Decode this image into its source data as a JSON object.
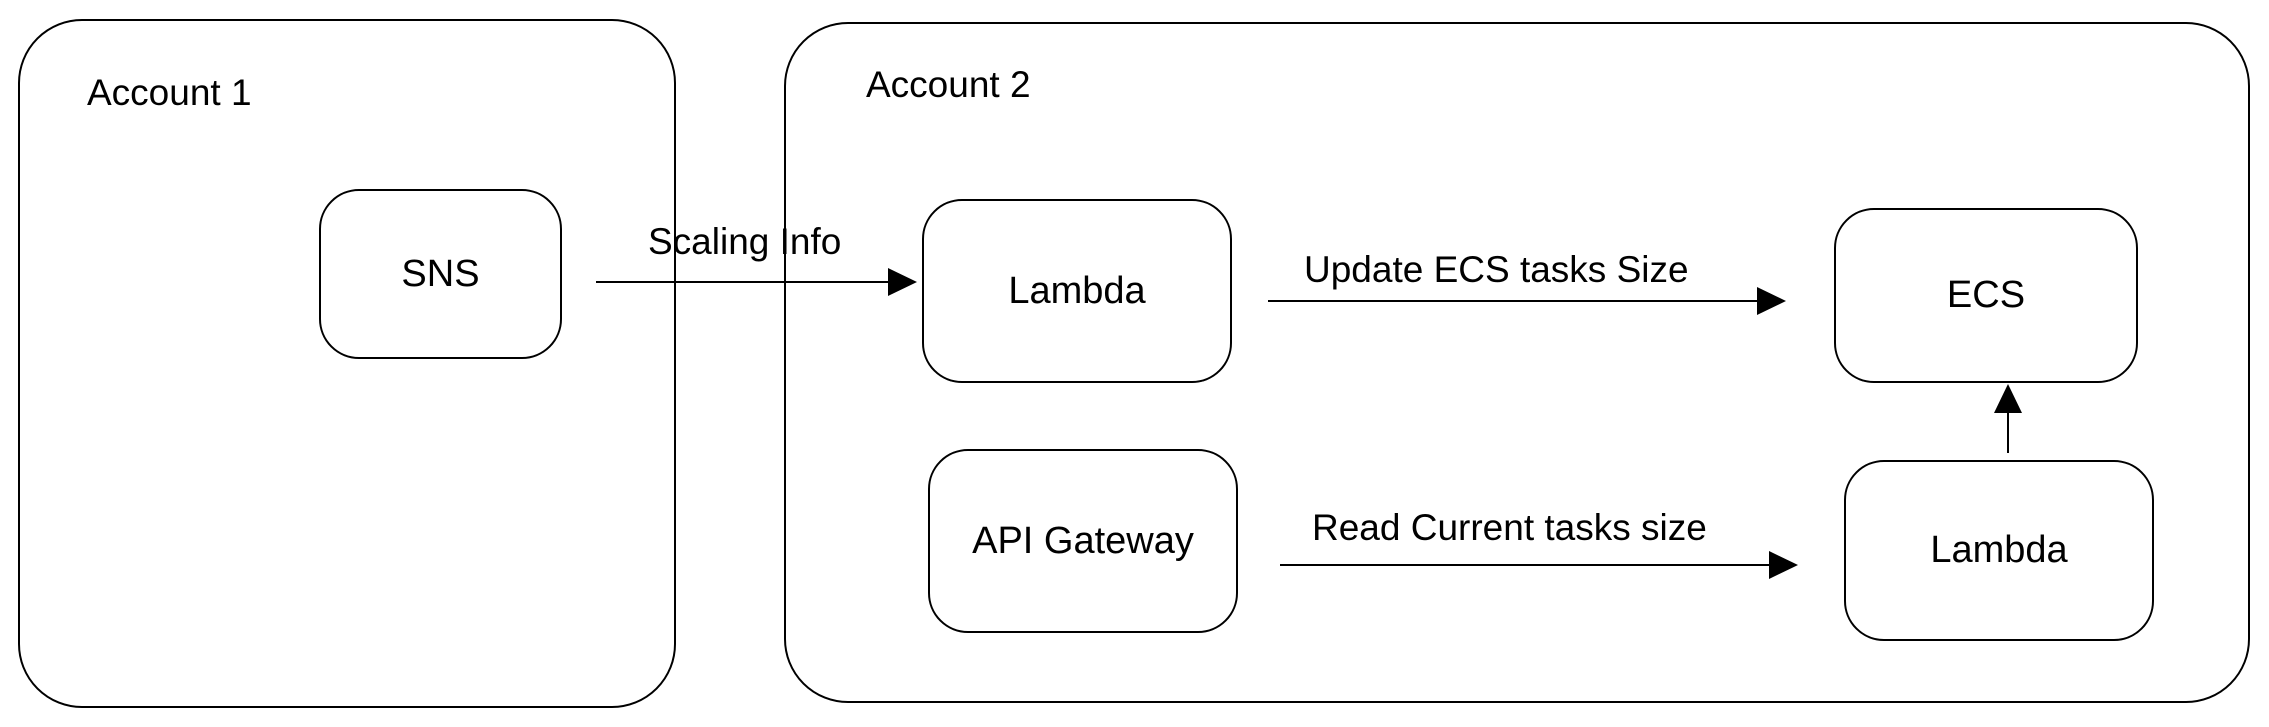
{
  "accounts": {
    "account1": {
      "label": "Account 1"
    },
    "account2": {
      "label": "Account 2"
    }
  },
  "nodes": {
    "sns": {
      "label": "SNS"
    },
    "lambda1": {
      "label": "Lambda"
    },
    "ecs": {
      "label": "ECS"
    },
    "api_gateway": {
      "label": "API Gateway"
    },
    "lambda2": {
      "label": "Lambda"
    }
  },
  "edges": {
    "sns_to_lambda": {
      "label": "Scaling Info"
    },
    "lambda_to_ecs": {
      "label": "Update ECS tasks Size"
    },
    "api_to_lambda": {
      "label": "Read Current tasks size"
    },
    "lambda_to_ecs_up": {
      "label": ""
    }
  }
}
